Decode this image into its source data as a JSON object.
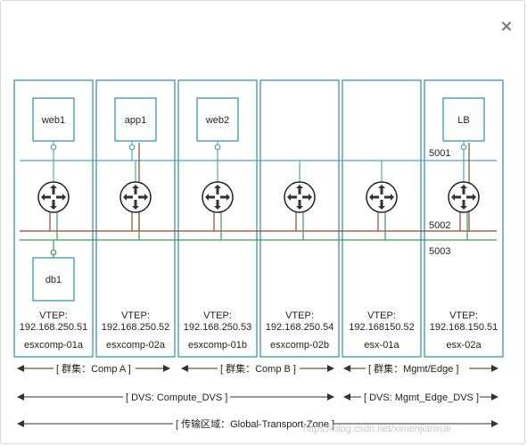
{
  "close_symbol": "×",
  "hosts": [
    {
      "name": "esxcomp-01a",
      "vtep_label": "VTEP:",
      "vtep_ip": "192.168.250.51",
      "vm_top": "web1",
      "vm_bottom": "db1"
    },
    {
      "name": "esxcomp-02a",
      "vtep_label": "VTEP:",
      "vtep_ip": "192.168.250.52",
      "vm_top": "app1",
      "vm_bottom": ""
    },
    {
      "name": "esxcomp-01b",
      "vtep_label": "VTEP:",
      "vtep_ip": "192.168.250.53",
      "vm_top": "web2",
      "vm_bottom": ""
    },
    {
      "name": "esxcomp-02b",
      "vtep_label": "VTEP:",
      "vtep_ip": "192.168.250.54",
      "vm_top": "",
      "vm_bottom": ""
    },
    {
      "name": "esx-01a",
      "vtep_label": "VTEP:",
      "vtep_ip": "192.168150.52",
      "vm_top": "",
      "vm_bottom": ""
    },
    {
      "name": "esx-02a",
      "vtep_label": "VTEP:",
      "vtep_ip": "192.168.150.51",
      "vm_top": "LB",
      "vm_bottom": ""
    }
  ],
  "segments": [
    {
      "label": "5001",
      "color": "#4aa8c0"
    },
    {
      "label": "5002",
      "color": "#8b4a2a"
    },
    {
      "label": "5003",
      "color": "#3a9a5a"
    }
  ],
  "spans": {
    "cluster_a": "[ 群集：Comp A ]",
    "cluster_b": "[ 群集：Comp B ]",
    "cluster_mgmt": "[ 群集：Mgmt/Edge ]",
    "dvs_compute": "[ DVS: Compute_DVS ]",
    "dvs_mgmt": "[ DVS: Mgmt_Edge_DVS ]",
    "transport_zone": "[ 传输区域：Global-Transport-Zone ]"
  },
  "colors": {
    "host_border": "#2a8db0",
    "router_fill": "#3a3a3a",
    "arrow_color": "#333333"
  },
  "watermark": "https://blog.csdn.net/ximenjianxue"
}
